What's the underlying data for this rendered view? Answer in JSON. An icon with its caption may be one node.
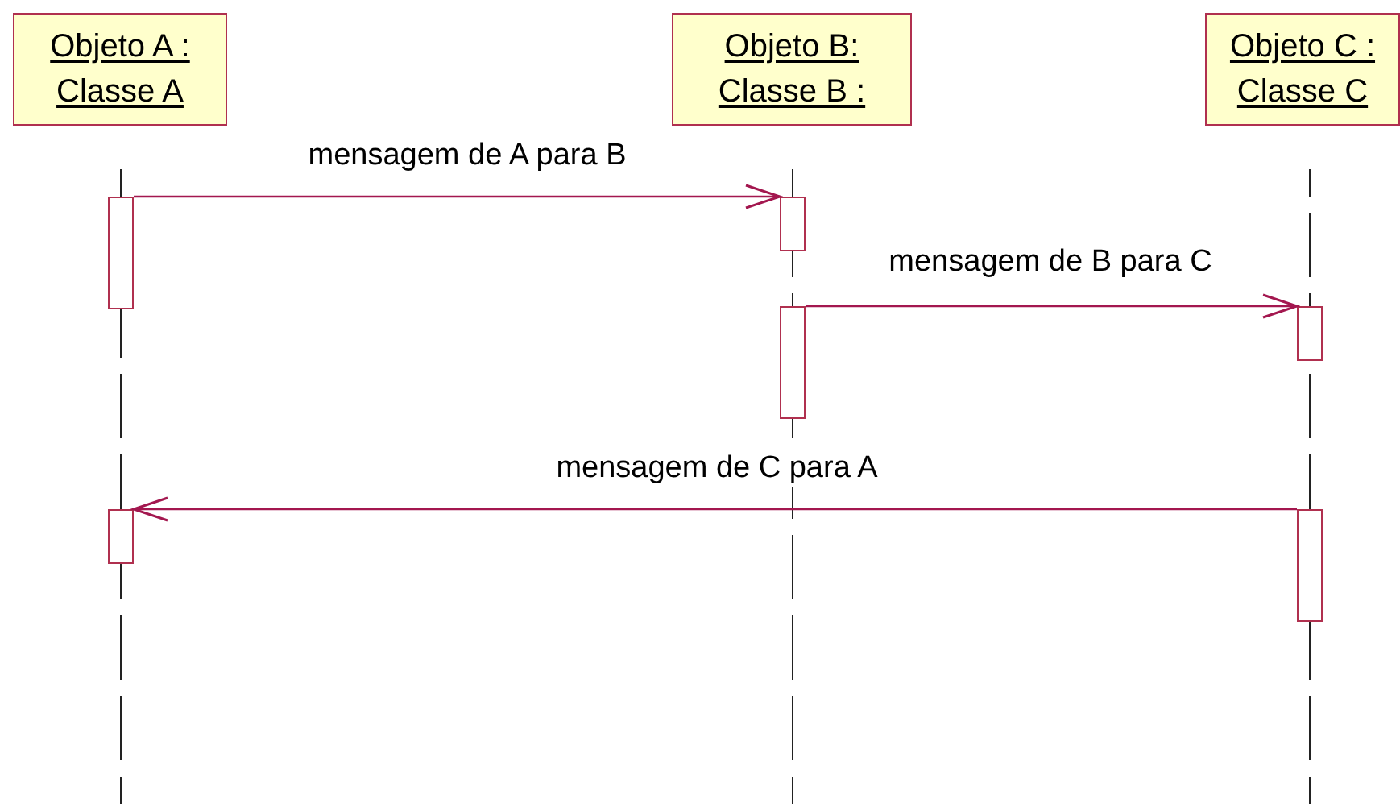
{
  "diagram": {
    "nodes": [
      {
        "text": [
          "Objeto A :",
          "Classe A"
        ]
      },
      {
        "text": [
          "Objeto B:",
          "Classe B :"
        ]
      },
      {
        "text": [
          "Objeto C :",
          "Classe C"
        ]
      },
      {
        "text": [],
        "shape": "bar"
      },
      {
        "text": [],
        "shape": "bar"
      },
      {
        "text": [],
        "shape": "bar"
      },
      {
        "text": [],
        "shape": "bar"
      },
      {
        "text": [],
        "shape": "bar"
      },
      {
        "text": [],
        "shape": "bar"
      }
    ],
    "edges": [
      {
        "from": 3,
        "to": 4,
        "arrow": "to",
        "label": "mensagem de A para B"
      },
      {
        "from": 5,
        "to": 6,
        "arrow": "to",
        "label": "mensagem de B para C"
      },
      {
        "from": 7,
        "to": 8,
        "arrow": "to",
        "label": "mensagem de C para A"
      }
    ]
  }
}
